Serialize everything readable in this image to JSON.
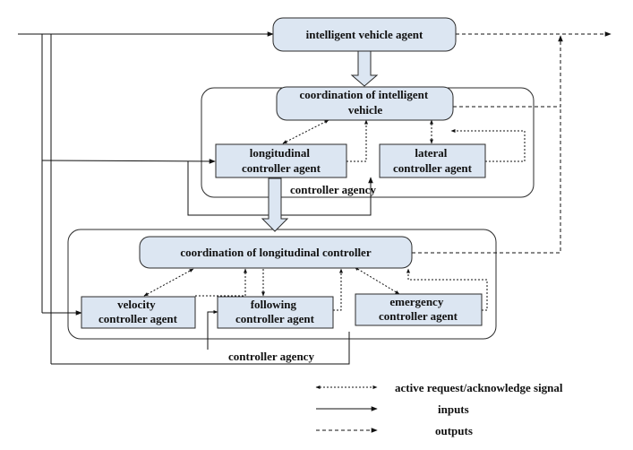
{
  "colors": {
    "box_fill": "#dce6f2",
    "box_stroke": "#2b2b2b",
    "line": "#111111",
    "background": "#ffffff"
  },
  "boxes": {
    "intelligent_vehicle_agent": [
      "intelligent vehicle agent"
    ],
    "coordination_intelligent_vehicle": [
      "coordination of intelligent",
      "vehicle"
    ],
    "longitudinal_controller_agent": [
      "longitudinal",
      "controller agent"
    ],
    "lateral_controller_agent": [
      "lateral",
      "controller agent"
    ],
    "coordination_longitudinal_controller": [
      "coordination of longitudinal controller"
    ],
    "velocity_controller_agent": [
      "velocity",
      "controller agent"
    ],
    "following_controller_agent": [
      "following",
      "controller agent"
    ],
    "emergency_controller_agent": [
      "emergency",
      "controller agent"
    ]
  },
  "agencies": {
    "upper": "controller agency",
    "lower": "controller agency"
  },
  "legend": {
    "active_signal": "active request/acknowledge signal",
    "inputs": "inputs",
    "outputs": "outputs"
  }
}
